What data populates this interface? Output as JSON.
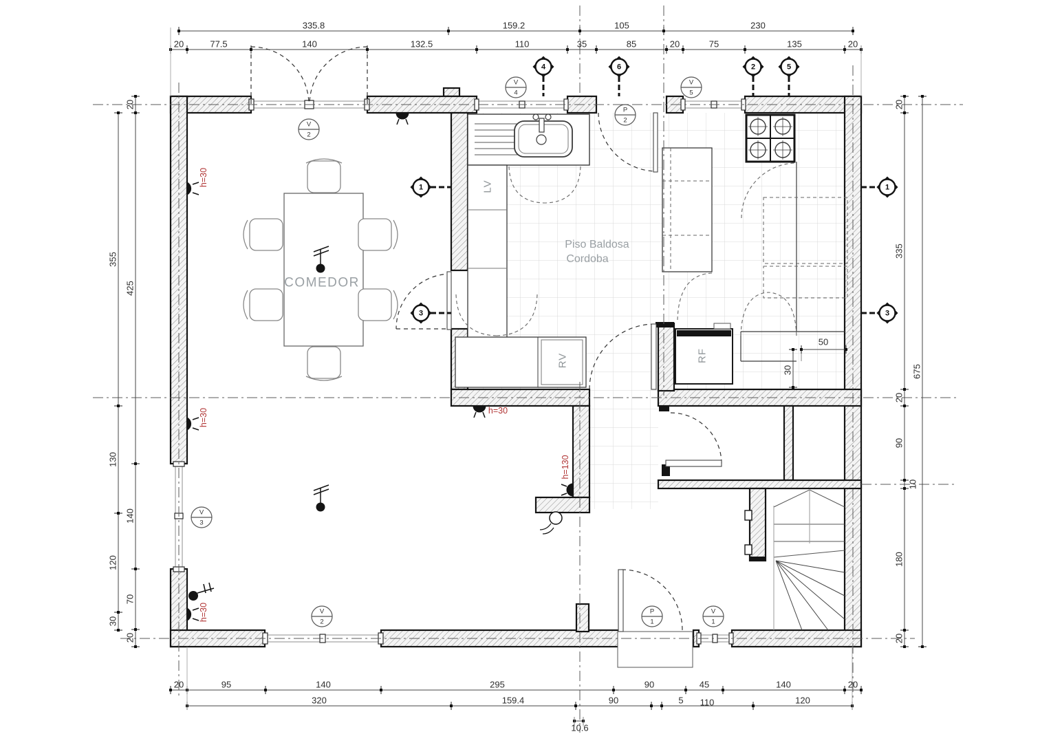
{
  "labels": {
    "comedor": "COMEDOR",
    "floor1": "Piso Baldosa",
    "floor2": "Cordoba",
    "lv": "LV",
    "rv": "RV",
    "rf": "RF",
    "h30": "h=30",
    "h130": "h=130"
  },
  "dims": {
    "top_row1": [
      "335.8",
      "159.2",
      "105",
      "230"
    ],
    "top_row2": [
      "20",
      "77.5",
      "140",
      "132.5",
      "110",
      "35",
      "85",
      "20",
      "75",
      "135",
      "20"
    ],
    "left_outer": [
      "355",
      "130",
      "120",
      "30"
    ],
    "left_inner": [
      "20",
      "425",
      "140",
      "70",
      "20"
    ],
    "right_inner": [
      "20",
      "335",
      "20",
      "90",
      "10",
      "180",
      "20"
    ],
    "right_outer": [
      "675"
    ],
    "bottom_row1": [
      "20",
      "95",
      "140",
      "295",
      "90",
      "45",
      "140",
      "20"
    ],
    "bottom_row2": [
      "320",
      "159.4",
      "90",
      "5",
      "110",
      "120"
    ],
    "bottom_row3": [
      "10.6"
    ],
    "counter_50": "50",
    "counter_30": "30"
  },
  "markers": {
    "sec_top": [
      "4",
      "6",
      "2",
      "5"
    ],
    "sec_right": [
      "1",
      "3"
    ],
    "sec_interior": [
      "1",
      "3"
    ],
    "v2_top": {
      "letter": "V",
      "num": "2"
    },
    "v4": {
      "letter": "V",
      "num": "4"
    },
    "v5": {
      "letter": "V",
      "num": "5"
    },
    "p2": {
      "letter": "P",
      "num": "2"
    },
    "v3": {
      "letter": "V",
      "num": "3"
    },
    "v2_bottom": {
      "letter": "V",
      "num": "2"
    },
    "p1": {
      "letter": "P",
      "num": "1"
    },
    "v1": {
      "letter": "V",
      "num": "1"
    }
  },
  "colors": {
    "annotation_red": "#b03434",
    "label_gray": "#9aa0a4",
    "line_black": "#141414",
    "tile_gray": "#d8d8d8"
  }
}
